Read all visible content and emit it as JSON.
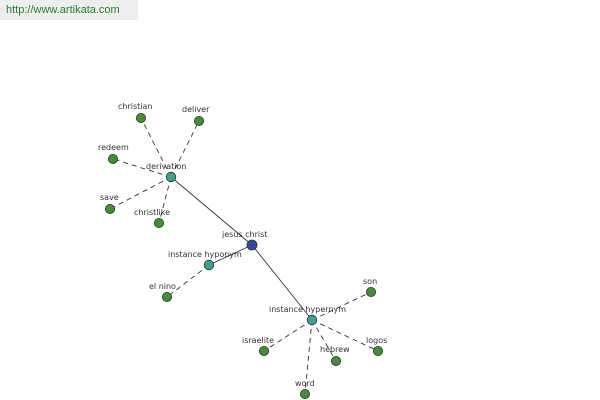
{
  "header": {
    "url": "http://www.artikata.com"
  },
  "colors": {
    "root_node": "#3848a0",
    "relation_node": "#4a9a96",
    "leaf_node": "#4a8a3c",
    "node_stroke": "#1e3a1e",
    "edge": "#333333",
    "label": "#333333",
    "url": "#2a7a2a"
  },
  "graph": {
    "nodes": [
      {
        "id": "jesus_christ",
        "label": "jesus christ",
        "kind": "root"
      },
      {
        "id": "derivation",
        "label": "derivation",
        "kind": "relation"
      },
      {
        "id": "instance_hyponym",
        "label": "instance hyponym",
        "kind": "relation"
      },
      {
        "id": "instance_hypernym",
        "label": "instance hypernym",
        "kind": "relation"
      },
      {
        "id": "christian",
        "label": "christian",
        "kind": "leaf"
      },
      {
        "id": "deliver",
        "label": "deliver",
        "kind": "leaf"
      },
      {
        "id": "redeem",
        "label": "redeem",
        "kind": "leaf"
      },
      {
        "id": "save",
        "label": "save",
        "kind": "leaf"
      },
      {
        "id": "christlike",
        "label": "christlike",
        "kind": "leaf"
      },
      {
        "id": "el_nino",
        "label": "el nino",
        "kind": "leaf"
      },
      {
        "id": "son",
        "label": "son",
        "kind": "leaf"
      },
      {
        "id": "israelite",
        "label": "israelite",
        "kind": "leaf"
      },
      {
        "id": "hebrew",
        "label": "hebrew",
        "kind": "leaf"
      },
      {
        "id": "logos",
        "label": "logos",
        "kind": "leaf"
      },
      {
        "id": "word",
        "label": "word",
        "kind": "leaf"
      }
    ],
    "edges": [
      {
        "from": "jesus_christ",
        "to": "derivation",
        "style": "solid"
      },
      {
        "from": "jesus_christ",
        "to": "instance_hyponym",
        "style": "solid"
      },
      {
        "from": "jesus_christ",
        "to": "instance_hypernym",
        "style": "solid"
      },
      {
        "from": "derivation",
        "to": "christian",
        "style": "dashed"
      },
      {
        "from": "derivation",
        "to": "deliver",
        "style": "dashed"
      },
      {
        "from": "derivation",
        "to": "redeem",
        "style": "dashed"
      },
      {
        "from": "derivation",
        "to": "save",
        "style": "dashed"
      },
      {
        "from": "derivation",
        "to": "christlike",
        "style": "dashed"
      },
      {
        "from": "instance_hyponym",
        "to": "el_nino",
        "style": "dashed"
      },
      {
        "from": "instance_hypernym",
        "to": "son",
        "style": "dashed"
      },
      {
        "from": "instance_hypernym",
        "to": "israelite",
        "style": "dashed"
      },
      {
        "from": "instance_hypernym",
        "to": "hebrew",
        "style": "dashed"
      },
      {
        "from": "instance_hypernym",
        "to": "logos",
        "style": "dashed"
      },
      {
        "from": "instance_hypernym",
        "to": "word",
        "style": "dashed"
      }
    ]
  }
}
